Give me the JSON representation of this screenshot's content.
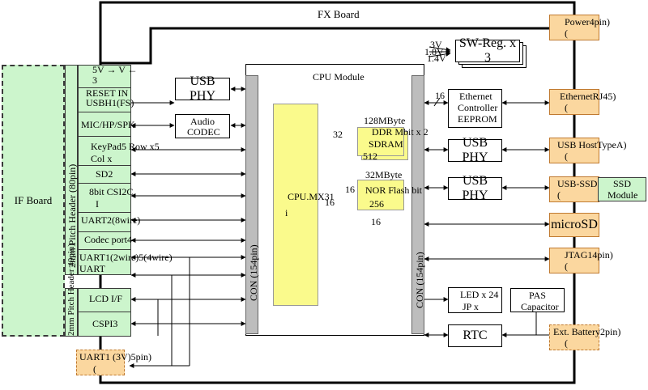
{
  "fx_board": {
    "title": "FX Board"
  },
  "if_board": {
    "title": "IF Board"
  },
  "headers": {
    "pitch_80": "2mm Pitch Header (80pin)",
    "pitch_40": "2mm Pitch Header 40pin)"
  },
  "left_signals": [
    {
      "id": "power-select",
      "line1": "5V → V ←",
      "line2": "3"
    },
    {
      "id": "reset-usbh1",
      "line1": "RESET IN",
      "line2": "USBH1(FS)"
    },
    {
      "id": "mic-hp-spk",
      "line1": "MIC/HP/SPK",
      "line2": ""
    },
    {
      "id": "keypad",
      "line1": "KeyPad5 Row x5",
      "line2": "Col x"
    },
    {
      "id": "sd2",
      "line1": "SD2",
      "line2": ""
    },
    {
      "id": "csi2c",
      "line1": "8bit CSI2C",
      "line2": "I"
    },
    {
      "id": "uart2",
      "line1": "UART2(8wire)",
      "line2": ""
    },
    {
      "id": "codec-port",
      "line1": "Codec port4",
      "line2": ""
    },
    {
      "id": "uart1-5",
      "line1": "UART1(2wire)5(4wire)",
      "line2": "UART"
    }
  ],
  "lower_signals": [
    {
      "id": "lcd-if",
      "label": "LCD I/F"
    },
    {
      "id": "cspi3",
      "label": "CSPI3"
    }
  ],
  "uart1_3v": {
    "line1": "UART1 (3V)5pin)",
    "line2": "("
  },
  "left_chips": {
    "usb_phy": "USB PHY",
    "audio_codec_1": "Audio",
    "audio_codec_2": "CODEC"
  },
  "cpu_module": {
    "title": "CPU Module",
    "cpu_label_1": "CPU.MX31",
    "cpu_label_2": "i",
    "con_left": "CON (154pin)",
    "con_right": "CON (154pin)",
    "ddr_top": "128MByte",
    "ddr_1": "DDR Mbit x 2",
    "ddr_2": "SDRAM",
    "ddr_3": "512",
    "nor_top": "32MByte",
    "nor_1": "NOR Flash bit",
    "nor_2": "256",
    "bus_32": "32",
    "bus_16a": "16",
    "bus_16b": "16",
    "bus_16c": "16"
  },
  "sw_reg": {
    "label": "SW-Reg. x 3",
    "v1": "3V",
    "v2": "1.8V",
    "v3": "1.4V"
  },
  "right_chips": {
    "eth_1": "Ethernet",
    "eth_2": "Controller",
    "eth_3": "EEPROM",
    "eth_bus": "16",
    "usb_phy_a": "USB PHY",
    "usb_phy_b": "USB PHY",
    "led_1": "LED x 24",
    "led_2": "JP x",
    "pas_1": "PAS",
    "pas_2": "Capacitor",
    "rtc": "RTC"
  },
  "right_ports": [
    {
      "id": "power",
      "line1": "Power4pin)",
      "line2": "("
    },
    {
      "id": "ethernet",
      "line1": "EthernetRJ45)",
      "line2": "("
    },
    {
      "id": "usb-host",
      "line1": "USB HostTypeA)",
      "line2": "("
    },
    {
      "id": "usb-ssd",
      "line1": "USB-SSD",
      "line2": "("
    },
    {
      "id": "microsd",
      "line1": "microSD",
      "line2": ""
    },
    {
      "id": "jtag",
      "line1": "JTAG14pin)",
      "line2": "("
    },
    {
      "id": "battery",
      "line1": "Ext. Battery2pin)",
      "line2": "("
    }
  ],
  "ssd_module": {
    "line1": "SSD",
    "line2": "Module"
  },
  "colors": {
    "green": "#ccf5cc",
    "orange": "#fbd79f",
    "yellow": "#fafa8c",
    "gray": "#bdbdbd"
  }
}
